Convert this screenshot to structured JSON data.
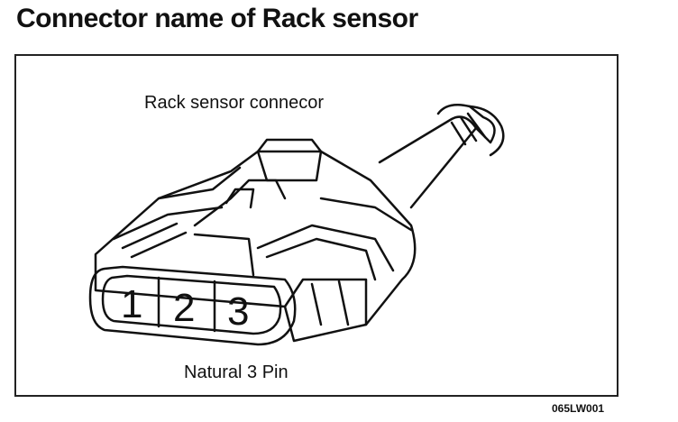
{
  "heading": "Connector name of Rack sensor",
  "diagram": {
    "connector_label": "Rack sensor connecor",
    "pin_label": "Natural 3 Pin",
    "pins": [
      "1",
      "2",
      "3"
    ],
    "figure_code": "065LW001"
  }
}
